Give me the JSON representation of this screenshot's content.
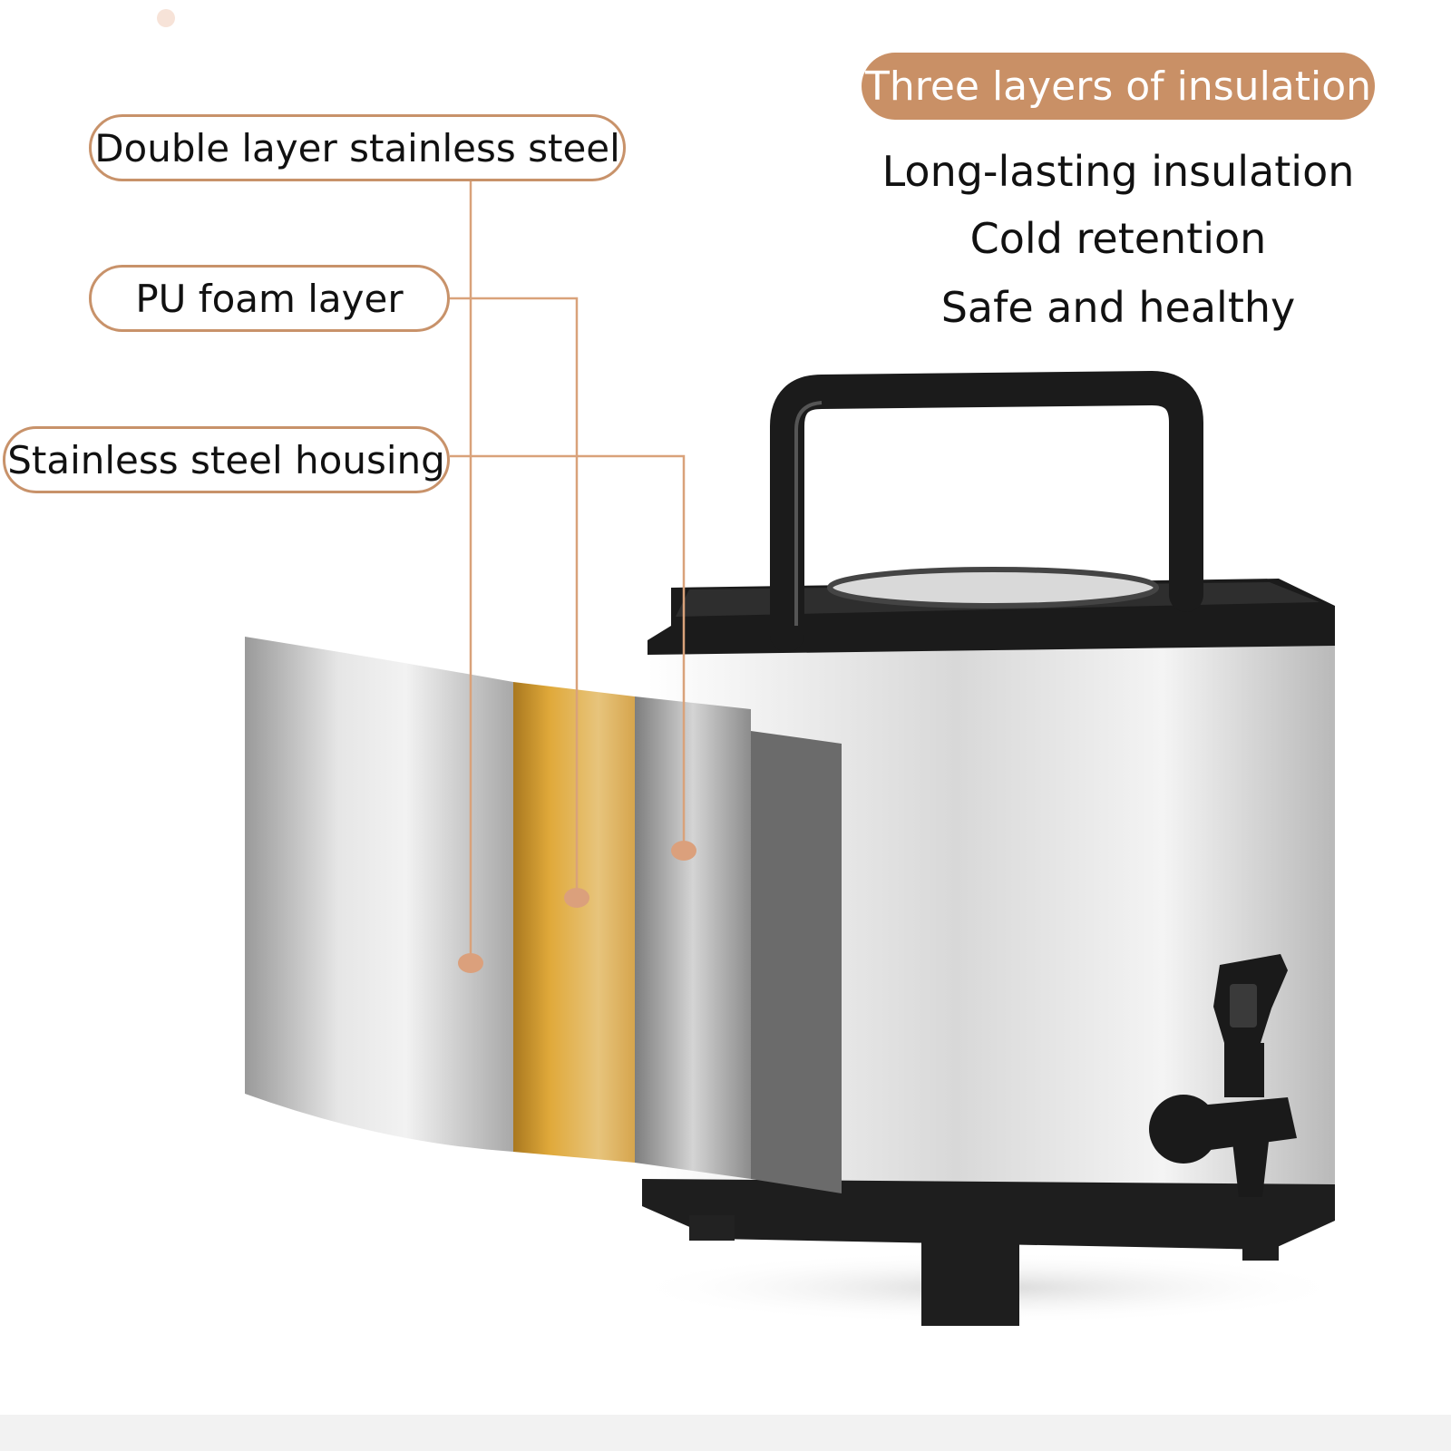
{
  "callouts": {
    "double_layer": "Double layer stainless steel",
    "pu_foam": "PU foam layer",
    "housing": "Stainless steel housing"
  },
  "headline": "Three layers of insulation",
  "features": [
    "Long-lasting insulation",
    "Cold retention",
    "Safe and healthy"
  ],
  "colors": {
    "accent": "#c99066",
    "callout_border": "#c8926a",
    "leader_line": "#d9a27a",
    "foam": "#dcae45",
    "appliance_trim": "#1e1e1e"
  }
}
